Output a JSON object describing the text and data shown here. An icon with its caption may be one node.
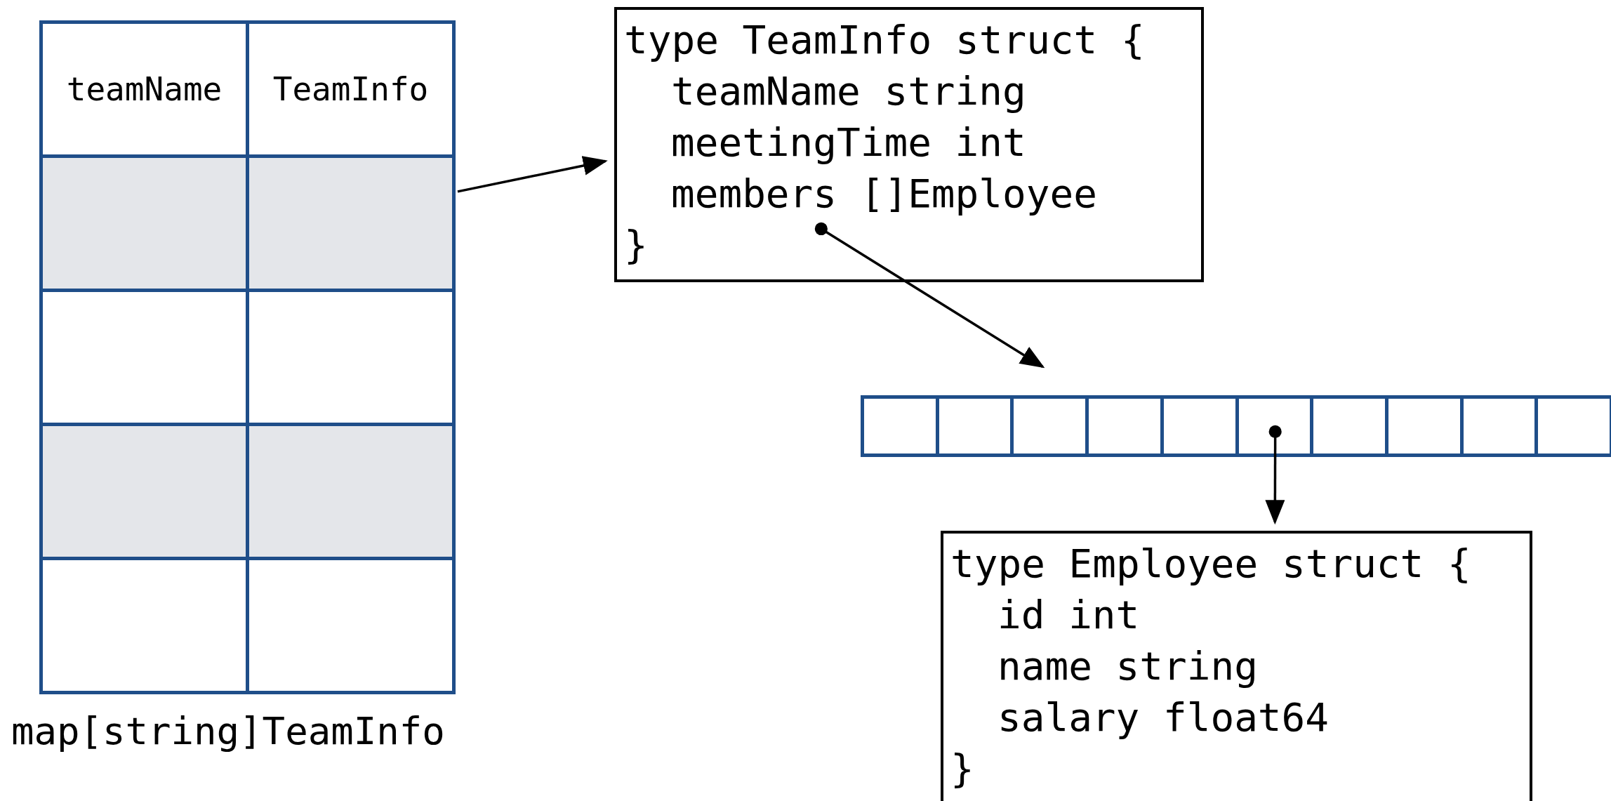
{
  "diagram": {
    "nodes": [
      {
        "text": [
          "teamName",
          "TeamInfo"
        ],
        "beside": [
          "map[string]TeamInfo"
        ]
      },
      {
        "text": [
          "type TeamInfo struct {",
          "teamName string",
          "meetingTime int",
          "members []Employee",
          "}"
        ]
      },
      {
        "text": [],
        "shape": "bar"
      },
      {
        "text": [
          "type Employee struct {",
          "id int",
          "name string",
          "salary float64",
          "}"
        ]
      }
    ],
    "edges": [
      {
        "from": 0,
        "to": 1,
        "arrow": "to"
      },
      {
        "from": 1,
        "to": 2,
        "arrow": "to"
      },
      {
        "from": 2,
        "to": 3,
        "arrow": "to"
      }
    ]
  }
}
